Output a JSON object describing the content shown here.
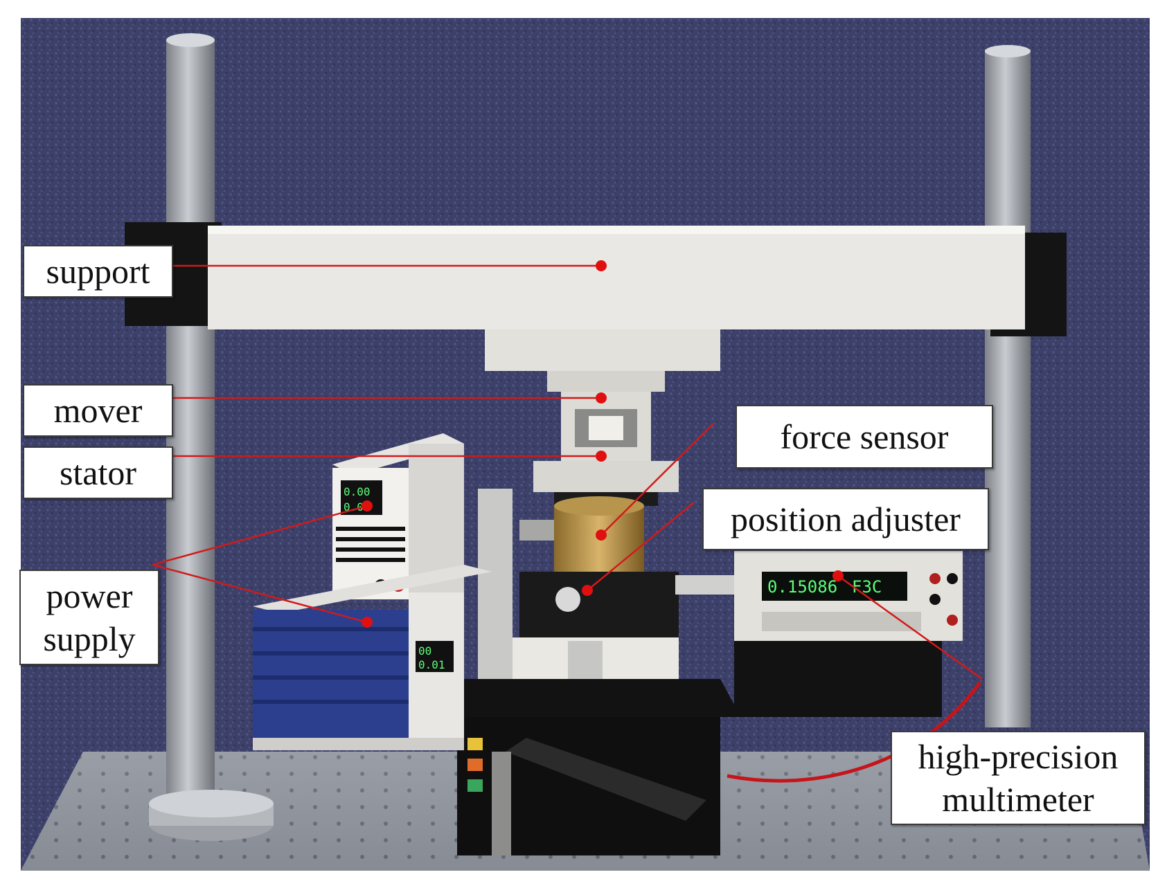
{
  "figure": {
    "labels": {
      "support": "support",
      "mover": "mover",
      "stator": "stator",
      "power_supply_line1": "power",
      "power_supply_line2": "supply",
      "force_sensor": "force sensor",
      "position_adjuster": "position adjuster",
      "multimeter_line1": "high-precision",
      "multimeter_line2": "multimeter"
    },
    "displays": {
      "supply_small_top": "0.00",
      "supply_small_bottom": "0.00",
      "supply_large_top": "00",
      "supply_large_bottom": "0.01",
      "multimeter_readout": "0.15086",
      "multimeter_unit": "F3C"
    },
    "colors": {
      "background": "#3b3f66",
      "leader_line": "#d11a1a",
      "marker_dot": "#e01010",
      "callout_border": "#3a3a3a",
      "display_green": "#5cff7a"
    }
  }
}
